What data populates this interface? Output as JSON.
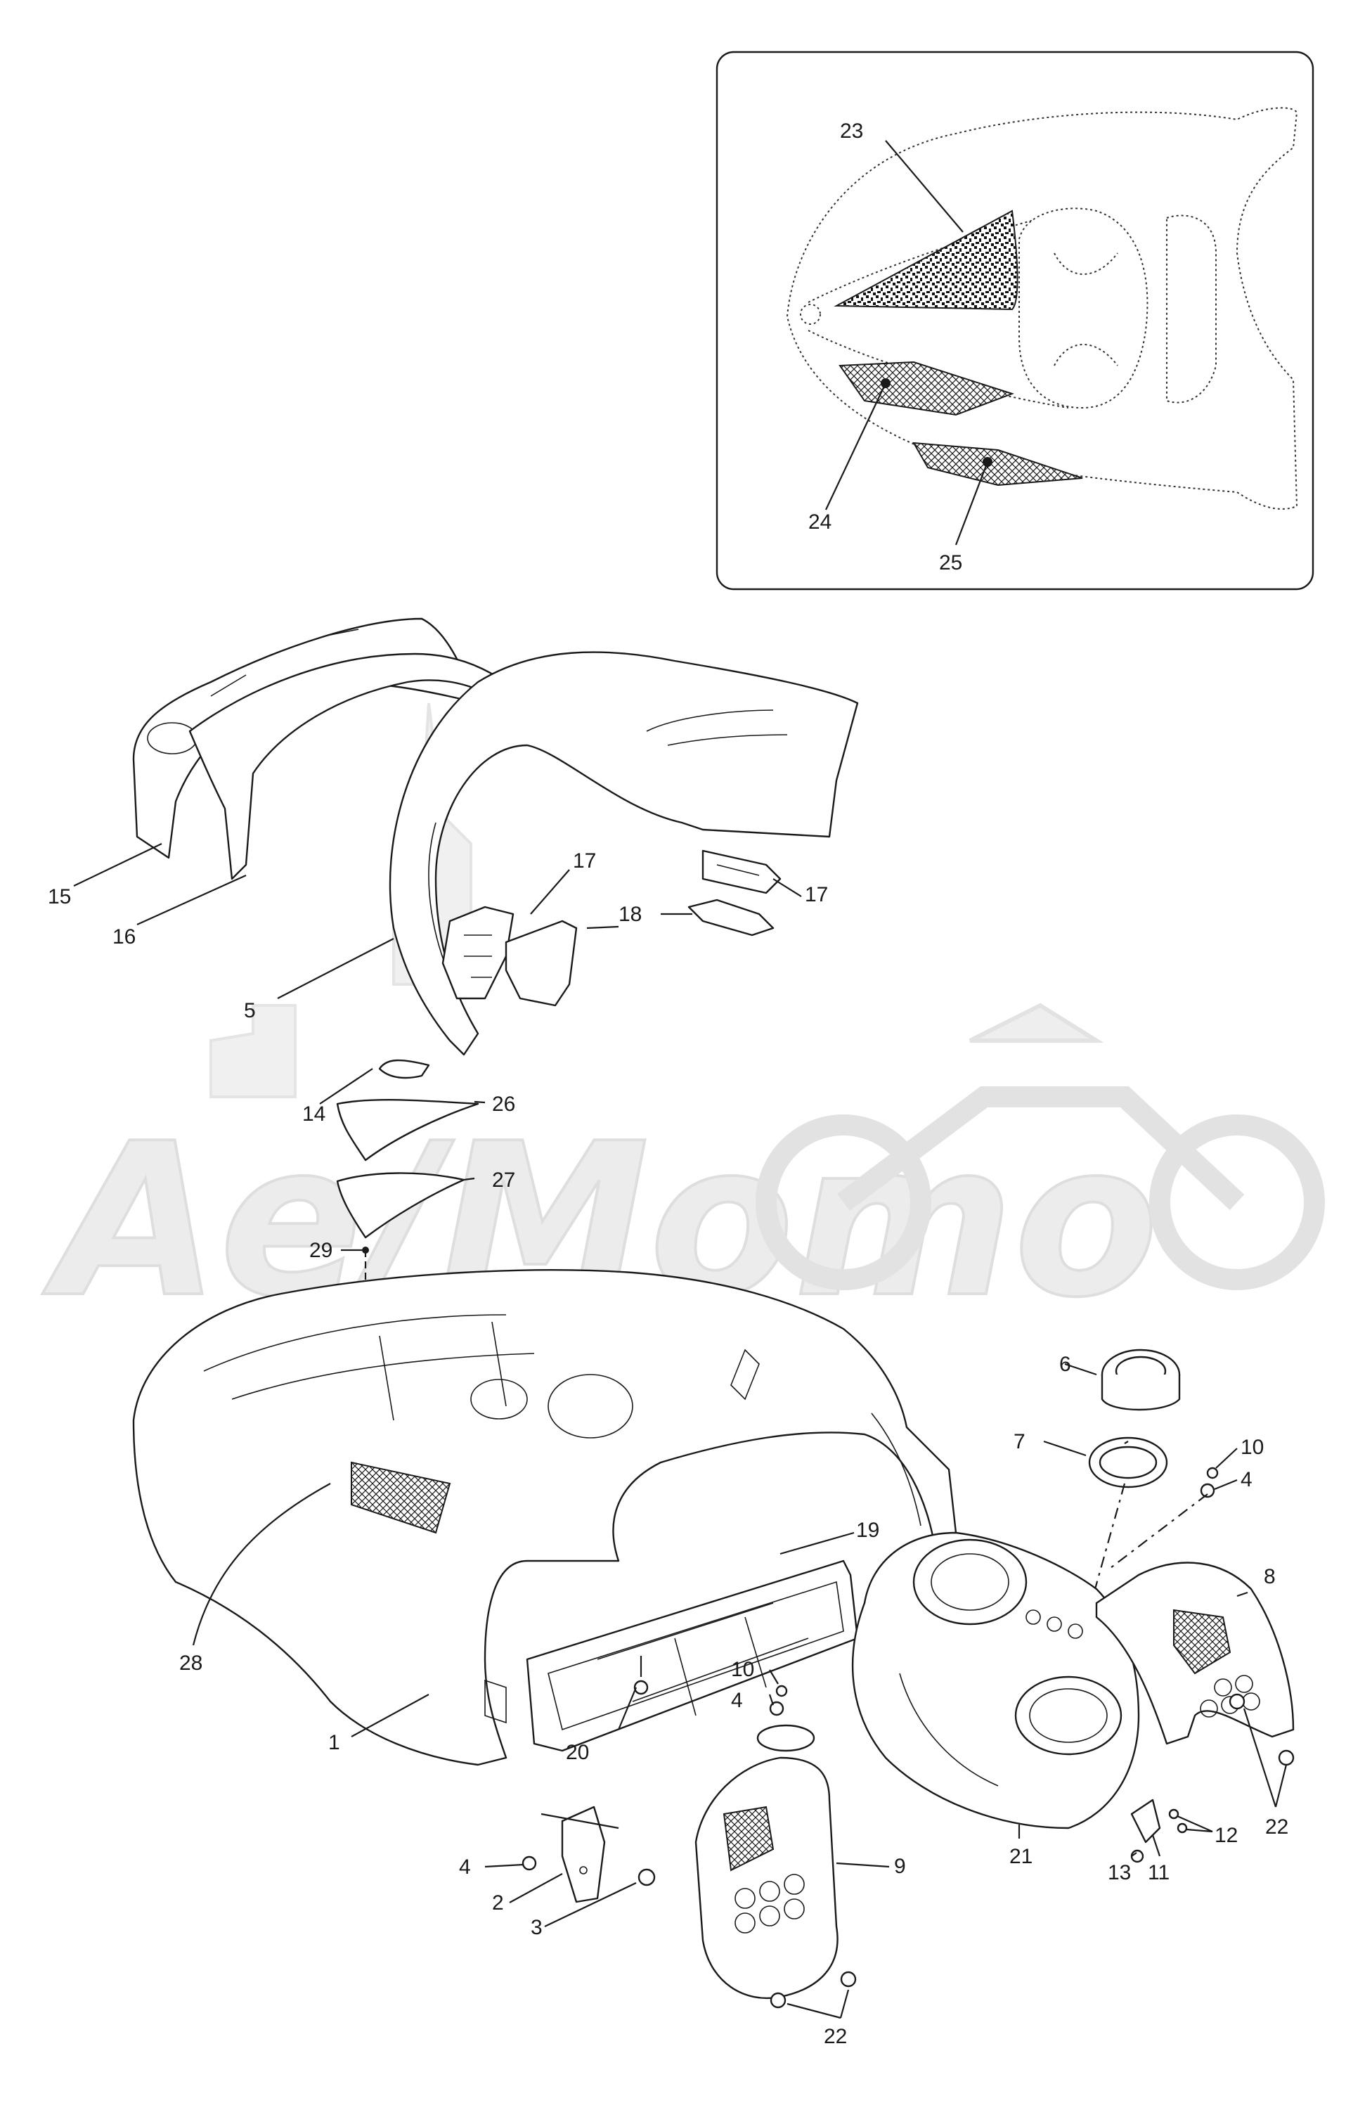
{
  "watermark": {
    "text": "Ae/Momo"
  },
  "callouts": [
    {
      "id": "1",
      "label": "1"
    },
    {
      "id": "2",
      "label": "2"
    },
    {
      "id": "3",
      "label": "3"
    },
    {
      "id": "4a",
      "label": "4"
    },
    {
      "id": "4b",
      "label": "4"
    },
    {
      "id": "4c",
      "label": "4"
    },
    {
      "id": "5",
      "label": "5"
    },
    {
      "id": "6",
      "label": "6"
    },
    {
      "id": "7",
      "label": "7"
    },
    {
      "id": "8",
      "label": "8"
    },
    {
      "id": "9",
      "label": "9"
    },
    {
      "id": "10a",
      "label": "10"
    },
    {
      "id": "10b",
      "label": "10"
    },
    {
      "id": "11",
      "label": "11"
    },
    {
      "id": "12",
      "label": "12"
    },
    {
      "id": "13",
      "label": "13"
    },
    {
      "id": "14",
      "label": "14"
    },
    {
      "id": "15",
      "label": "15"
    },
    {
      "id": "16",
      "label": "16"
    },
    {
      "id": "17a",
      "label": "17"
    },
    {
      "id": "17b",
      "label": "17"
    },
    {
      "id": "18",
      "label": "18"
    },
    {
      "id": "19",
      "label": "19"
    },
    {
      "id": "20",
      "label": "20"
    },
    {
      "id": "21",
      "label": "21"
    },
    {
      "id": "22a",
      "label": "22"
    },
    {
      "id": "22b",
      "label": "22"
    },
    {
      "id": "23",
      "label": "23"
    },
    {
      "id": "24",
      "label": "24"
    },
    {
      "id": "25",
      "label": "25"
    },
    {
      "id": "26",
      "label": "26"
    },
    {
      "id": "27",
      "label": "27"
    },
    {
      "id": "28",
      "label": "28"
    },
    {
      "id": "29",
      "label": "29"
    }
  ]
}
